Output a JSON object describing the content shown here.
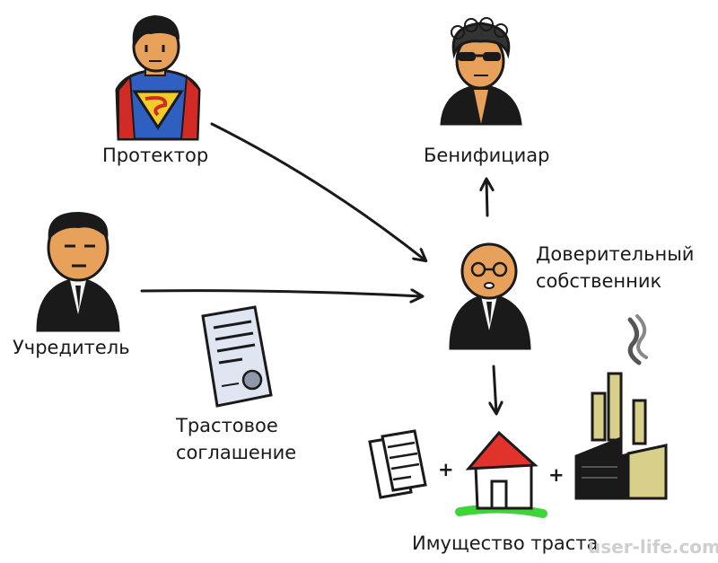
{
  "diagram": {
    "nodes": {
      "protector": "Протектор",
      "beneficiary": "Бенифициар",
      "settlor": "Учредитель",
      "trustee_line1": "Доверительный",
      "trustee_line2": "собственник",
      "agreement_line1": "Трастовое",
      "agreement_line2": "соглашение",
      "trust_property": "Имущество траста"
    },
    "operators": [
      "+",
      "+"
    ],
    "watermark": "user-life.com"
  },
  "colors": {
    "ink": "#1a1a1a",
    "skin": "#e8a15a",
    "suit_blue": "#2f5fc0",
    "cape_red": "#d22a25",
    "emblem_yellow": "#f2cc27",
    "roof_red": "#e1322c",
    "grass_green": "#3fd43a",
    "factory_tan": "#d8cf8a",
    "paper_blue": "#dfe5f1"
  }
}
